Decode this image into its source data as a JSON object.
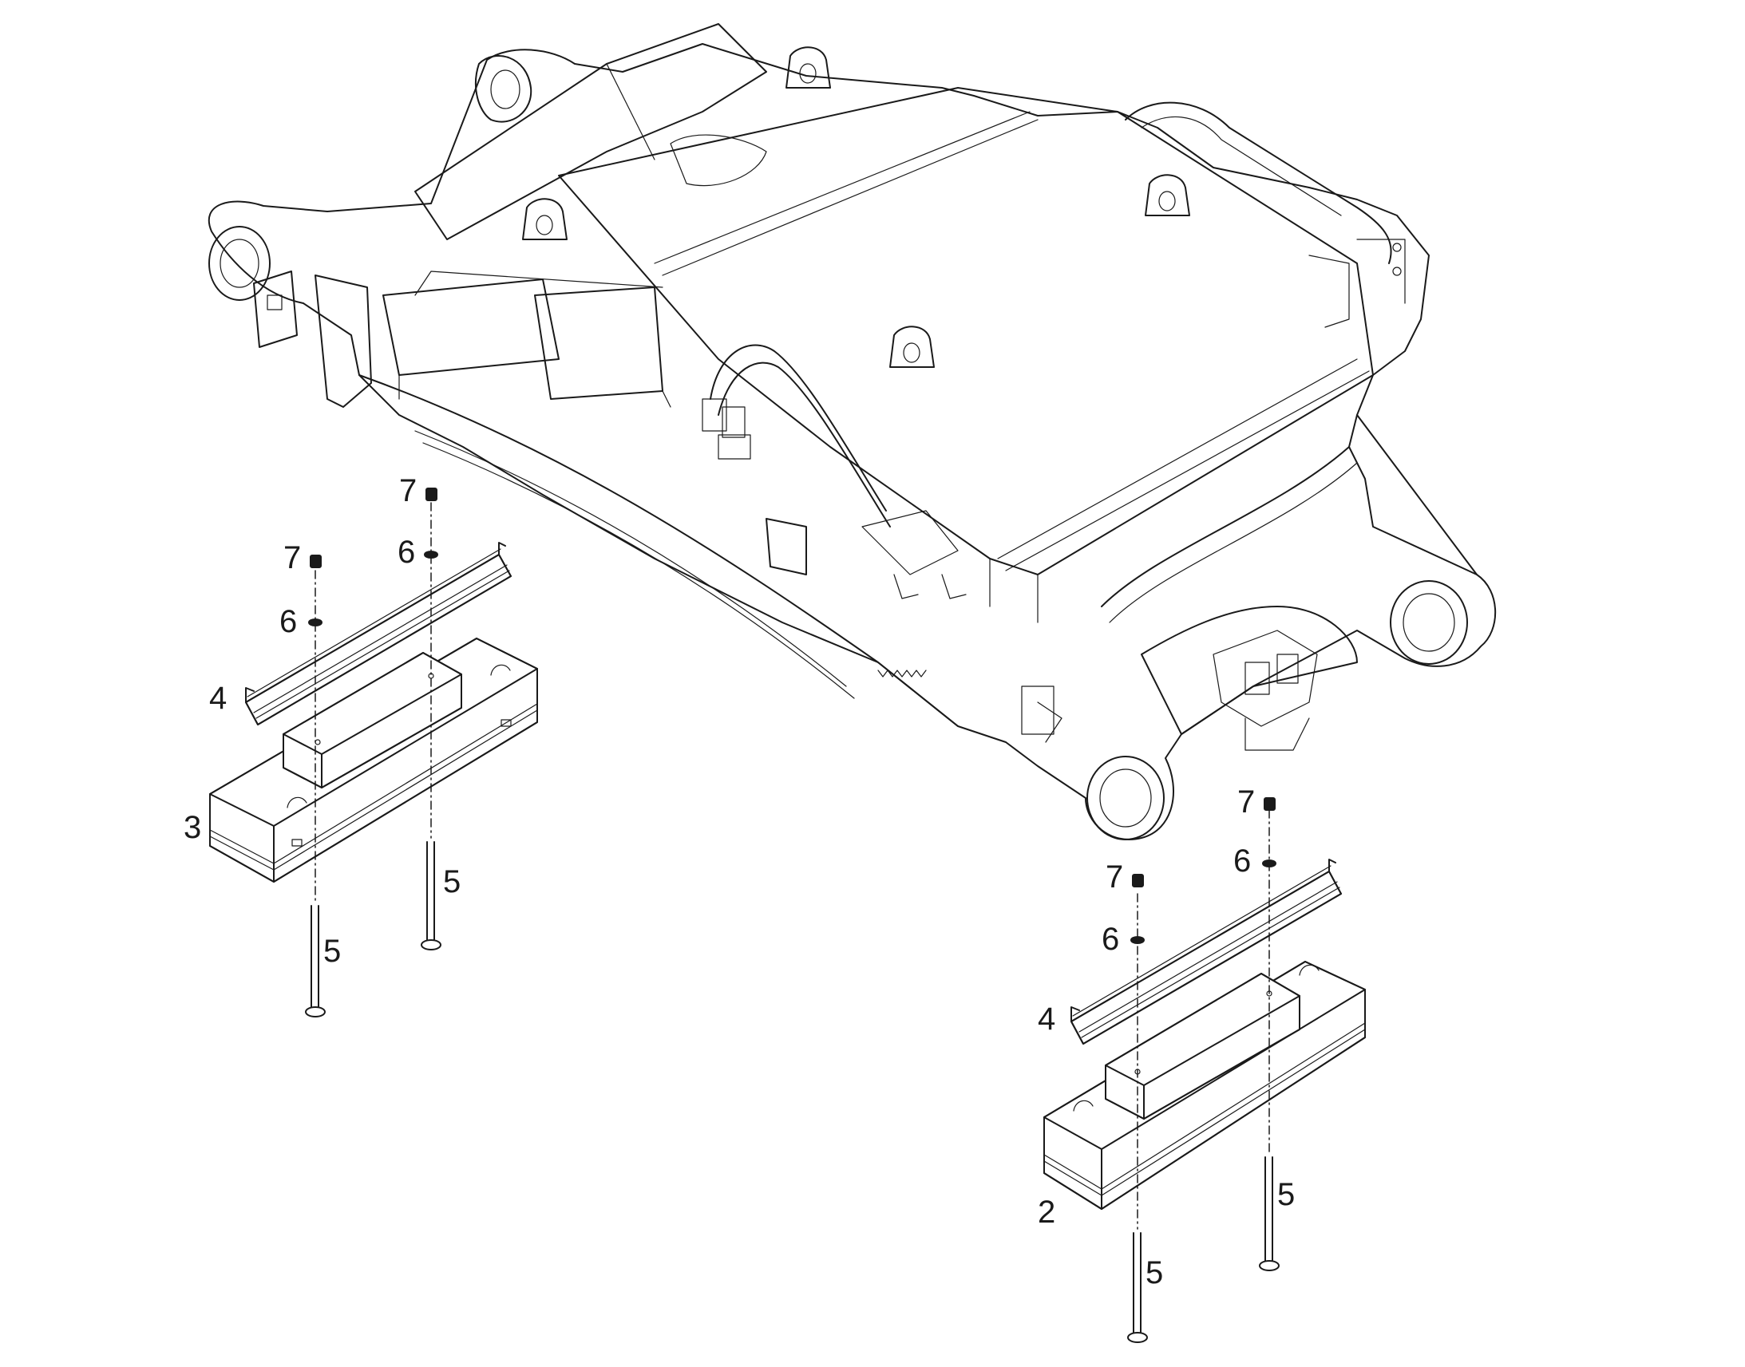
{
  "callouts": {
    "c3": "3",
    "c2": "2",
    "c4_left": "4",
    "c4_right": "4",
    "c5_left_a": "5",
    "c5_left_b": "5",
    "c5_right_a": "5",
    "c5_right_b": "5",
    "c6_left_a": "6",
    "c6_left_b": "6",
    "c6_right_a": "6",
    "c6_right_b": "6",
    "c7_left_a": "7",
    "c7_left_b": "7",
    "c7_right_a": "7",
    "c7_right_b": "7"
  }
}
